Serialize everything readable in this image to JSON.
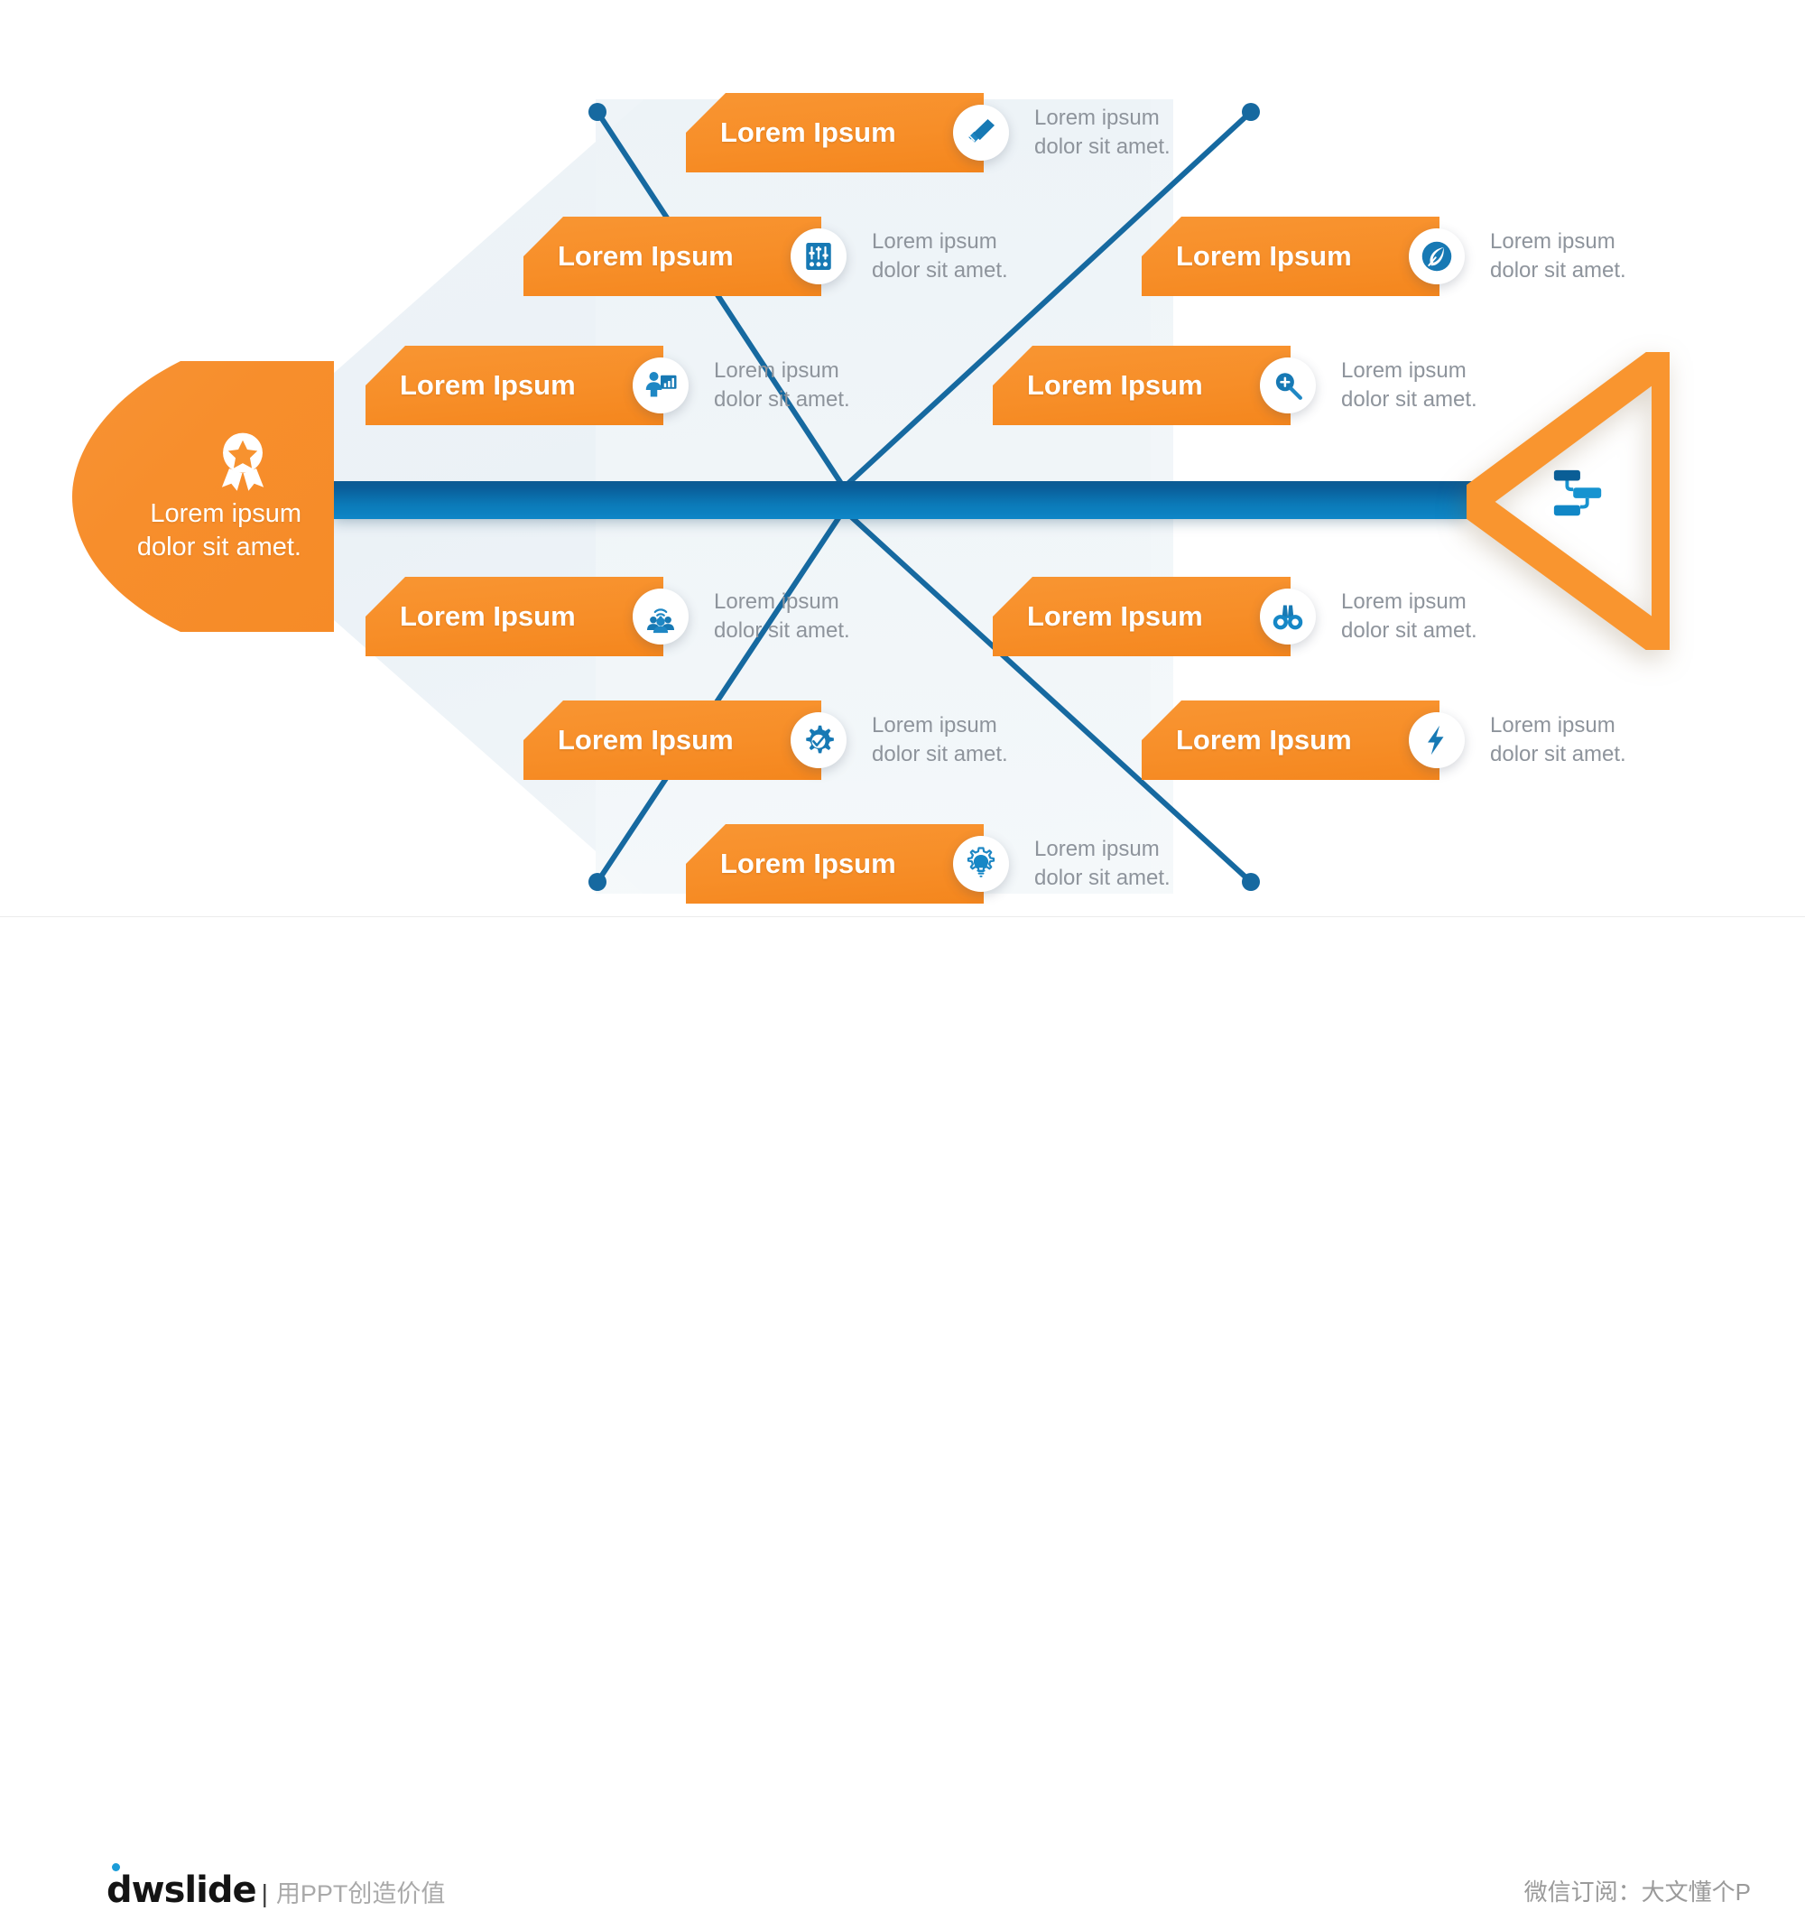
{
  "diagram": {
    "type": "fishbone-ishikawa",
    "head": {
      "text": "Lorem ipsum dolor sit amet.",
      "icon": "award-medal-icon",
      "color": "#F7922F"
    },
    "tail": {
      "icon": "sitemap-flowchart-icon",
      "color": "#F9952F"
    },
    "spine": {
      "color_top": "#0C5A92",
      "color_bottom": "#0E86C7"
    },
    "rib_color": "#1669A0",
    "branches": [
      {
        "side": "top-left",
        "label": "Lorem Ipsum",
        "desc_line1": "Lorem ipsum",
        "desc_line2": "dolor sit amet.",
        "icon": "check-clipboard-icon"
      },
      {
        "side": "top-left",
        "label": "Lorem Ipsum",
        "desc_line1": "Lorem ipsum",
        "desc_line2": "dolor sit amet.",
        "icon": "equalizer-sliders-icon"
      },
      {
        "side": "top-left",
        "label": "Lorem Ipsum",
        "desc_line1": "Lorem ipsum",
        "desc_line2": "dolor sit amet.",
        "icon": "presenter-chart-icon"
      },
      {
        "side": "bottom-left",
        "label": "Lorem Ipsum",
        "desc_line1": "Lorem ipsum",
        "desc_line2": "dolor sit amet.",
        "icon": "people-broadcast-icon"
      },
      {
        "side": "bottom-left",
        "label": "Lorem Ipsum",
        "desc_line1": "Lorem ipsum",
        "desc_line2": "dolor sit amet.",
        "icon": "gear-check-icon"
      },
      {
        "side": "bottom-left",
        "label": "Lorem Ipsum",
        "desc_line1": "Lorem ipsum",
        "desc_line2": "dolor sit amet.",
        "icon": "lightbulb-gear-icon"
      },
      {
        "side": "top-right",
        "label": "Lorem Ipsum",
        "desc_line1": "Lorem ipsum",
        "desc_line2": "dolor sit amet.",
        "icon": "feather-quill-icon"
      },
      {
        "side": "top-right",
        "label": "Lorem Ipsum",
        "desc_line1": "Lorem ipsum",
        "desc_line2": "dolor sit amet.",
        "icon": "magnifier-plus-icon"
      },
      {
        "side": "bottom-right",
        "label": "Lorem Ipsum",
        "desc_line1": "Lorem ipsum",
        "desc_line2": "dolor sit amet.",
        "icon": "binoculars-icon"
      },
      {
        "side": "bottom-right",
        "label": "Lorem Ipsum",
        "desc_line1": "Lorem ipsum",
        "desc_line2": "dolor sit amet.",
        "icon": "lightning-bolt-icon"
      }
    ]
  },
  "footer": {
    "logo": "dwslide",
    "separator": "|",
    "tagline": "用PPT创造价值",
    "wechat": "微信订阅：大文懂个P"
  }
}
